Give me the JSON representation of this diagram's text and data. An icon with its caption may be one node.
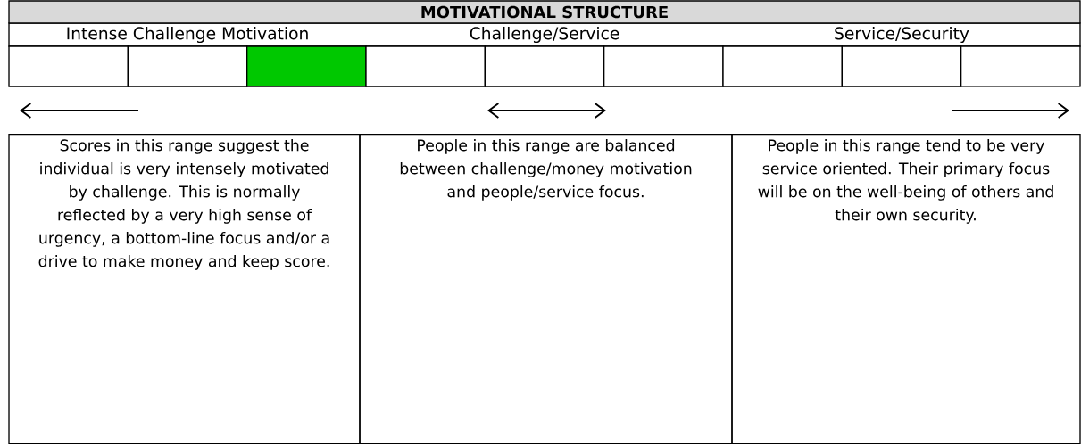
{
  "diagram": {
    "nodes": [
      {
        "text": [
          "MOTIVATIONAL STRUCTURE"
        ]
      },
      {
        "text": [
          "Intense Challenge Motivation"
        ]
      },
      {
        "text": [
          "Challenge/Service"
        ]
      },
      {
        "text": [
          "Service/Security"
        ]
      },
      {
        "text": [],
        "shape": "box"
      },
      {
        "text": [],
        "shape": "box"
      },
      {
        "text": [],
        "shape": "box"
      },
      {
        "text": [],
        "shape": "box"
      },
      {
        "text": [],
        "shape": "box"
      },
      {
        "text": [],
        "shape": "box"
      },
      {
        "text": [],
        "shape": "box"
      },
      {
        "text": [],
        "shape": "box"
      },
      {
        "text": [],
        "shape": "box"
      },
      {
        "text": [
          "Scores in this range suggest the individual is very intensely motivated by challenge. This is normally reflected by a very high sense of urgency, a bottom-line focus and/or a drive to make money and keep score."
        ]
      },
      {
        "text": [
          "People in this range are balanced between challenge/money motivation and people/service focus."
        ]
      },
      {
        "text": [
          "People in this range tend to be very service oriented. Their primary focus will be on the well-being of others and their own security."
        ]
      }
    ]
  }
}
